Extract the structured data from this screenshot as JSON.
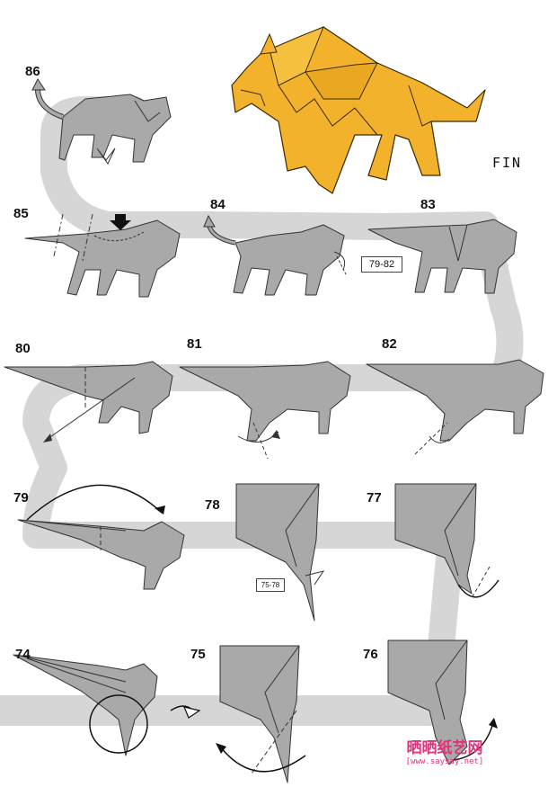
{
  "steps": {
    "s74": "74",
    "s75": "75",
    "s76": "76",
    "s77": "77",
    "s78": "78",
    "s79": "79",
    "s80": "80",
    "s81": "81",
    "s82": "82",
    "s83": "83",
    "s84": "84",
    "s85": "85",
    "s86": "86"
  },
  "finish_label": "FIN",
  "references": {
    "ref_79_82": "79-82",
    "ref_75_78": "75-78"
  },
  "watermark": {
    "title": "晒晒纸艺网",
    "url": "[www.saysay.net]"
  },
  "colors": {
    "paper_gray": "#a9a9a9",
    "fold_line": "#4a4a4a",
    "path_band": "#d6d6d6",
    "finished_lion": "#f2b22c",
    "watermark": "#e0337a"
  }
}
